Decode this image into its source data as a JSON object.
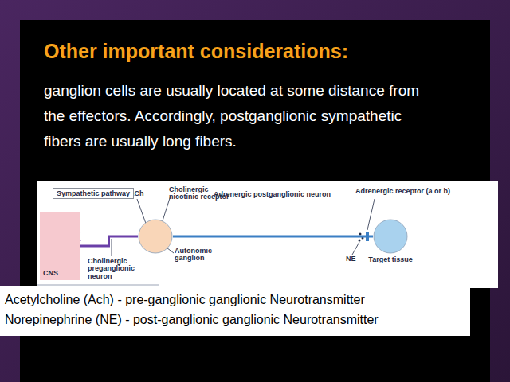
{
  "diagram": {
    "title": "Other important considerations:",
    "nodes": [
      {
        "text": [
          "Sympathetic pathway"
        ]
      },
      {
        "text": [
          "CNS"
        ]
      },
      {
        "text": [
          "Autonomic ganglion"
        ]
      },
      {
        "text": [
          "Target tissue"
        ]
      }
    ],
    "edges": [
      {
        "from": 1,
        "to": 2,
        "arrow": "none"
      },
      {
        "from": 2,
        "to": 3,
        "arrow": "none"
      }
    ],
    "labels": [
      "ganglion cells are usually located at some distance from the effectors. Accordingly, postganglionic sympathetic fibers are usually long fibers.",
      "ACh",
      "Cholinergic nicotinic receptor",
      "Cholinergic preganglionic neuron",
      "Adrenergic postganglionic neuron",
      "Adrenergic receptor (a or b)",
      "NE",
      "Acetylcholine (Ach) -  pre-ganglionic ganglionic Neurotransmitter",
      "Norepinephrine (NE) - post-ganglionic ganglionic Neurotransmitter"
    ]
  }
}
